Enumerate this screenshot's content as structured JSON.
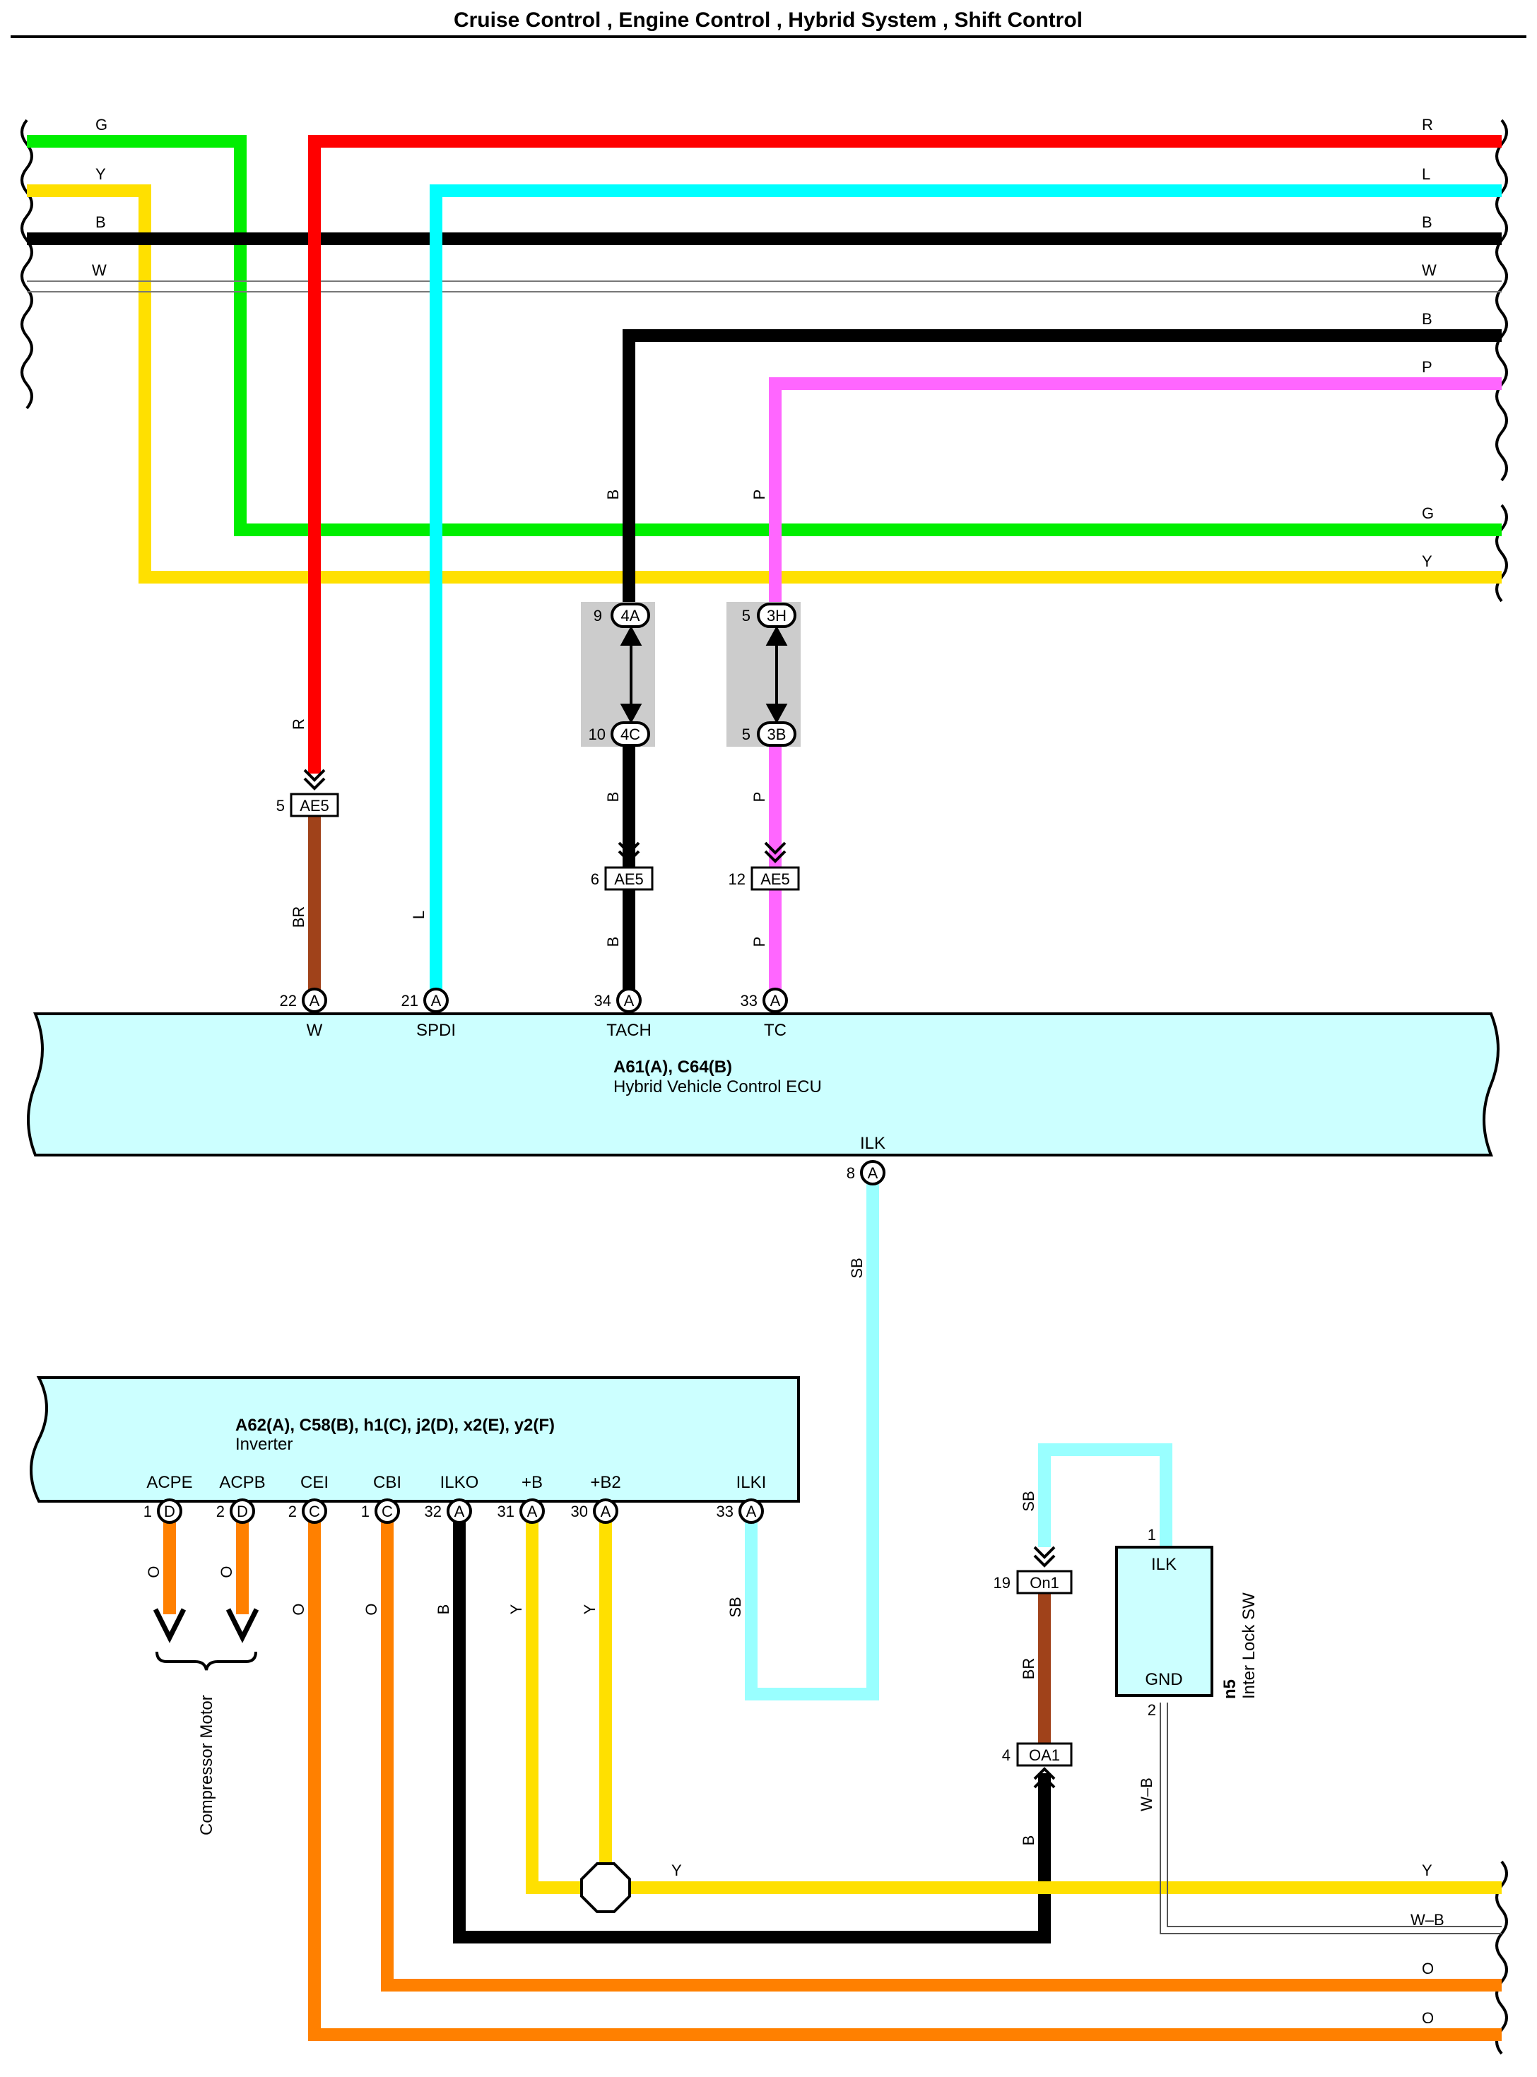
{
  "header": {
    "title": "Cruise Control , Engine Control , Hybrid System , Shift Control"
  },
  "colors": {
    "G": "#00ee00",
    "Y": "#ffe000",
    "B": "#000000",
    "W": "#ffffff",
    "R": "#ff0000",
    "L": "#00ffff",
    "P": "#ff66ff",
    "BR": "#a0421a",
    "SB": "#99ffff",
    "O": "#ff8000",
    "ECU": "#ccffff",
    "JUNCTION": "#cccccc"
  },
  "wire_codes": {
    "g": "G",
    "y": "Y",
    "b": "B",
    "w": "W",
    "r": "R",
    "l": "L",
    "p": "P",
    "br": "BR",
    "sb": "SB",
    "o": "O",
    "wb": "W–B"
  },
  "ecu": {
    "code": "A61(A), C64(B)",
    "name": "Hybrid Vehicle Control ECU",
    "terminals": {
      "w": {
        "label": "W",
        "pin": "22",
        "conn": "A"
      },
      "spdi": {
        "label": "SPDI",
        "pin": "21",
        "conn": "A"
      },
      "tach": {
        "label": "TACH",
        "pin": "34",
        "conn": "A"
      },
      "tc": {
        "label": "TC",
        "pin": "33",
        "conn": "A"
      },
      "ilk": {
        "label": "ILK",
        "pin": "8",
        "conn": "A"
      }
    }
  },
  "inverter": {
    "code": "A62(A), C58(B), h1(C), j2(D), x2(E), y2(F)",
    "name": "Inverter",
    "terminals": {
      "acpe": {
        "label": "ACPE",
        "pin": "1",
        "conn": "D"
      },
      "acpb": {
        "label": "ACPB",
        "pin": "2",
        "conn": "D"
      },
      "cei": {
        "label": "CEI",
        "pin": "2",
        "conn": "C"
      },
      "cbi": {
        "label": "CBI",
        "pin": "1",
        "conn": "C"
      },
      "ilko": {
        "label": "ILKO",
        "pin": "32",
        "conn": "A"
      },
      "pb": {
        "label": "+B",
        "pin": "31",
        "conn": "A"
      },
      "pb2": {
        "label": "+B2",
        "pin": "30",
        "conn": "A"
      },
      "ilki": {
        "label": "ILKI",
        "pin": "33",
        "conn": "A"
      }
    }
  },
  "compressor_motor": "Compressor Motor",
  "interlock": {
    "code": "n5",
    "name": "Inter Lock SW",
    "ilk_label": "ILK",
    "gnd_label": "GND",
    "pin1": "1",
    "pin2": "2"
  },
  "connectors": {
    "ae5_w": {
      "code": "AE5",
      "pin": "5"
    },
    "ae5_b": {
      "code": "AE5",
      "pin": "6"
    },
    "ae5_p": {
      "code": "AE5",
      "pin": "12"
    },
    "on1": {
      "code": "On1",
      "pin": "19"
    },
    "oa1": {
      "code": "OA1",
      "pin": "4"
    }
  },
  "junctions": {
    "j4a": {
      "code": "4A",
      "pin": "9"
    },
    "j4c": {
      "code": "4C",
      "pin": "10"
    },
    "j3h": {
      "code": "3H",
      "pin": "5"
    },
    "j3b": {
      "code": "3B",
      "pin": "5"
    }
  }
}
